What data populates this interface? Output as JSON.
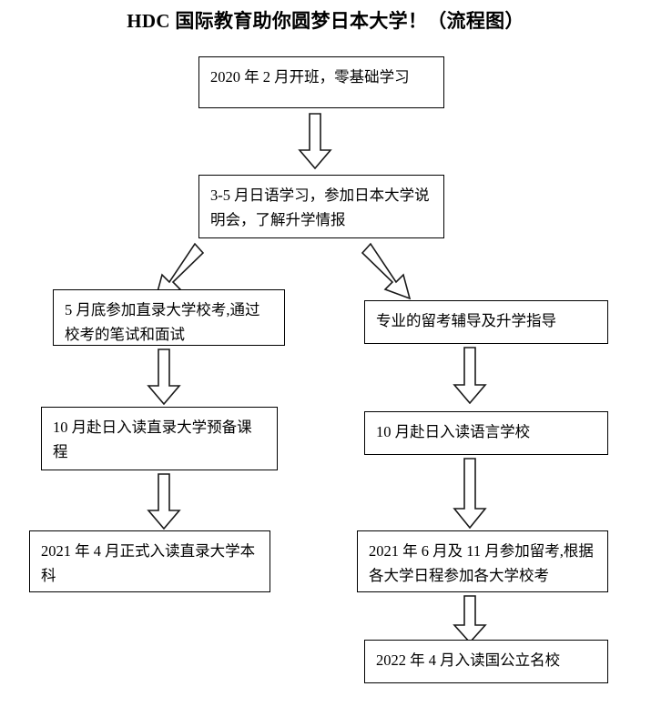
{
  "title": "HDC 国际教育助你圆梦日本大学！（流程图）",
  "diagram": {
    "type": "flowchart",
    "nodes": [
      {
        "id": "start",
        "label": "2020 年 2 月开班，零基础学习"
      },
      {
        "id": "lang-study",
        "label": "3-5 月日语学习，参加日本大学说明会，了解升学情报"
      },
      {
        "id": "left-exam",
        "label": "5 月底参加直录大学校考,通过校考的笔试和面试"
      },
      {
        "id": "right-guide",
        "label": "专业的留考辅导及升学指导"
      },
      {
        "id": "left-prep",
        "label": "10 月赴日入读直录大学预备课程"
      },
      {
        "id": "right-lang",
        "label": "10 月赴日入读语言学校"
      },
      {
        "id": "left-enroll",
        "label": "2021 年 4 月正式入读直录大学本科"
      },
      {
        "id": "right-eju",
        "label": "2021 年 6 月及 11 月参加留考,根据各大学日程参加各大学校考"
      },
      {
        "id": "right-final",
        "label": "2022 年 4 月入读国公立名校"
      }
    ],
    "connectors": [
      {
        "from": "start",
        "to": "lang-study",
        "direction": "down"
      },
      {
        "from": "lang-study",
        "to": "left-exam",
        "direction": "down-left"
      },
      {
        "from": "lang-study",
        "to": "right-guide",
        "direction": "down-right"
      },
      {
        "from": "left-exam",
        "to": "left-prep",
        "direction": "down"
      },
      {
        "from": "left-prep",
        "to": "left-enroll",
        "direction": "down"
      },
      {
        "from": "right-guide",
        "to": "right-lang",
        "direction": "down"
      },
      {
        "from": "right-lang",
        "to": "right-eju",
        "direction": "down"
      },
      {
        "from": "right-eju",
        "to": "right-final",
        "direction": "down"
      }
    ]
  },
  "colors": {
    "background": "#ffffff",
    "line": "#1a1a1a",
    "text": "#000000"
  }
}
